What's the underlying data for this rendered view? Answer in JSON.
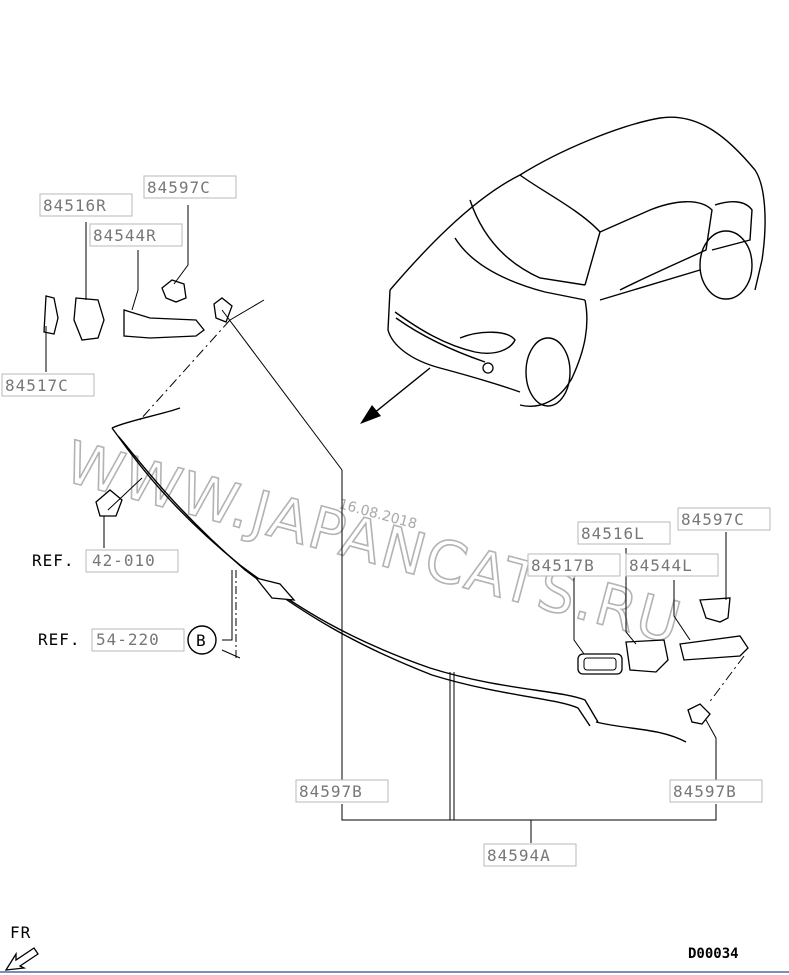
{
  "labels": {
    "r_nozzle_cover": "84516R",
    "r_clip_top": "84597C",
    "r_nozzle": "84544R",
    "r_cap": "84517C",
    "ref_1_prefix": "REF.",
    "ref_1_num": "42-010",
    "ref_2_prefix": "REF.",
    "ref_2_num": "54-220",
    "ref_2_circle": "B",
    "l_nozzle_cover": "84516L",
    "l_clip_top": "84597C",
    "l_cap": "84517B",
    "l_nozzle": "84544L",
    "clip_bottom_left": "84597B",
    "clip_bottom_right": "84597B",
    "hose_assy": "84594A"
  },
  "watermark": "WWW.JAPANCATS.RU",
  "date_stamp": "16.08.2018",
  "front_marker": "FR",
  "diagram_code": "D00034"
}
